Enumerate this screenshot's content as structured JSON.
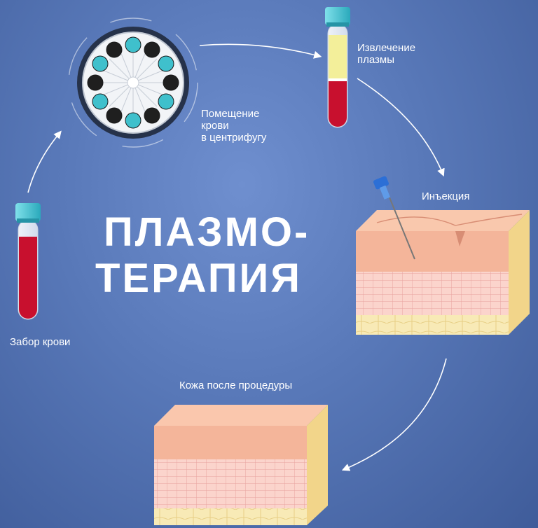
{
  "title": {
    "line1": "ПЛАЗМО-",
    "line2": "ТЕРАПИЯ"
  },
  "steps": [
    {
      "label": "Забор крови",
      "icon": "blood-tube-icon"
    },
    {
      "label": "Помещение\nкрови\nв центрифугу",
      "icon": "centrifuge-icon"
    },
    {
      "label": "Извлечение\nплазмы",
      "icon": "plasma-tube-icon"
    },
    {
      "label": "Инъекция",
      "icon": "skin-injection-icon"
    },
    {
      "label": "Кожа после процедуры",
      "icon": "healthy-skin-icon"
    }
  ],
  "colors": {
    "background": "#5878b8",
    "blood": "#c8102e",
    "plasma": "#f3ef9a",
    "cap": "#4fc3d3",
    "skin_top": "#f4b59a",
    "fat": "#f7e6a8",
    "arrow": "#ffffff"
  }
}
